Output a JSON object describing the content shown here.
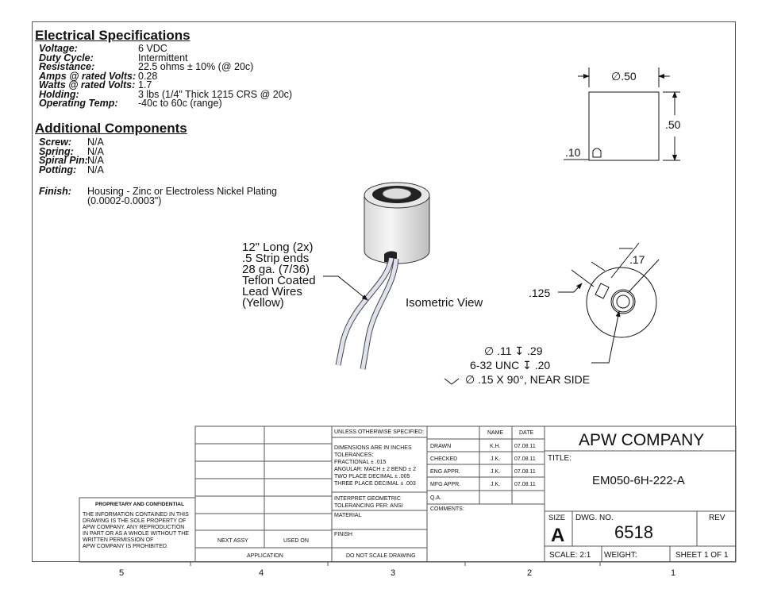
{
  "electrical": {
    "heading": "Electrical Specifications",
    "rows": [
      {
        "label": "Voltage:",
        "value": "6 VDC"
      },
      {
        "label": "Duty Cycle:",
        "value": "Intermittent"
      },
      {
        "label": "Resistance:",
        "value": "22.5 ohms ± 10% (@ 20c)"
      },
      {
        "label": "Amps @ rated Volts:",
        "value": "0.28"
      },
      {
        "label": "Watts @ rated Volts:",
        "value": "1.7"
      },
      {
        "label": "Holding:",
        "value": "3 lbs (1/4\" Thick 1215 CRS @ 20c)"
      },
      {
        "label": "Operating Temp:",
        "value": "-40c to 60c (range)"
      }
    ]
  },
  "components": {
    "heading": "Additional Components",
    "rows": [
      {
        "label": "Screw:",
        "value": "N/A"
      },
      {
        "label": "Spring:",
        "value": "N/A"
      },
      {
        "label": "Spiral Pin:",
        "value": "N/A"
      },
      {
        "label": "Potting:",
        "value": "N/A"
      }
    ],
    "finish_label": "Finish:",
    "finish_value": [
      "Housing - Zinc or Electroless Nickel Plating",
      "(0.0002-0.0003\")"
    ]
  },
  "wire_note": [
    "12\" Long (2x)",
    ".5 Strip ends",
    "28 ga. (7/36)",
    "Teflon Coated",
    "Lead Wires",
    "(Yellow)"
  ],
  "iso_label": "Isometric View",
  "top_view": {
    "dia": "∅.50",
    "height": ".50",
    "offset": ".10"
  },
  "bottom_view": {
    "d1": ".17",
    "d2": ".125",
    "hole": [
      "∅ .11 ↧ .29",
      "6-32 UNC  ↧ .20",
      "∅ .15 X 90°, NEAR SIDE"
    ]
  },
  "title_block": {
    "proprietary_heading": "PROPRIETARY AND CONFIDENTIAL",
    "proprietary_text": [
      "THE INFORMATION CONTAINED IN THIS",
      "DRAWING IS THE SOLE PROPERTY OF",
      "APW COMPANY.  ANY  REPRODUCTION",
      "IN PART OR AS A WHOLE WITHOUT THE",
      "WRITTEN PERMISSION OF",
      "APW COMPANY IS PROHIBITED."
    ],
    "next_assy": "NEXT ASSY",
    "used_on": "USED ON",
    "application": "APPLICATION",
    "unless": "UNLESS OTHERWISE SPECIFIED:",
    "tolerances": [
      "DIMENSIONS ARE IN INCHES",
      "TOLERANCES:",
      "FRACTIONAL ± .015",
      "ANGULAR: MACH ± 2    BEND ± 2",
      "TWO PLACE DECIMAL    ± .005",
      "THREE PLACE DECIMAL  ± .003"
    ],
    "interpret": [
      "INTERPRET GEOMETRIC",
      "TOLERANCING PER: ANSI"
    ],
    "material": "MATERIAL",
    "finish": "FINISH",
    "do_not_scale": "DO NOT SCALE DRAWING",
    "name_header": "NAME",
    "date_header": "DATE",
    "signoffs": [
      {
        "role": "DRAWN",
        "name": "K.H.",
        "date": "07.08.11"
      },
      {
        "role": "CHECKED",
        "name": "J.K.",
        "date": "07.08.11"
      },
      {
        "role": "ENG APPR.",
        "name": "J.K.",
        "date": "07.08.11"
      },
      {
        "role": "MFG APPR.",
        "name": "J.K.",
        "date": "07.08.11"
      },
      {
        "role": "Q.A.",
        "name": "",
        "date": ""
      }
    ],
    "comments": "COMMENTS:",
    "company": "APW COMPANY",
    "title_label": "TITLE:",
    "title": "EM050-6H-222-A",
    "size_label": "SIZE",
    "size": "A",
    "dwg_label": "DWG.  NO.",
    "dwg_no": "6518",
    "rev_label": "REV",
    "scale": "SCALE: 2:1",
    "weight": "WEIGHT:",
    "sheet": "SHEET 1 OF 1"
  },
  "zones": [
    "5",
    "4",
    "3",
    "2",
    "1"
  ]
}
